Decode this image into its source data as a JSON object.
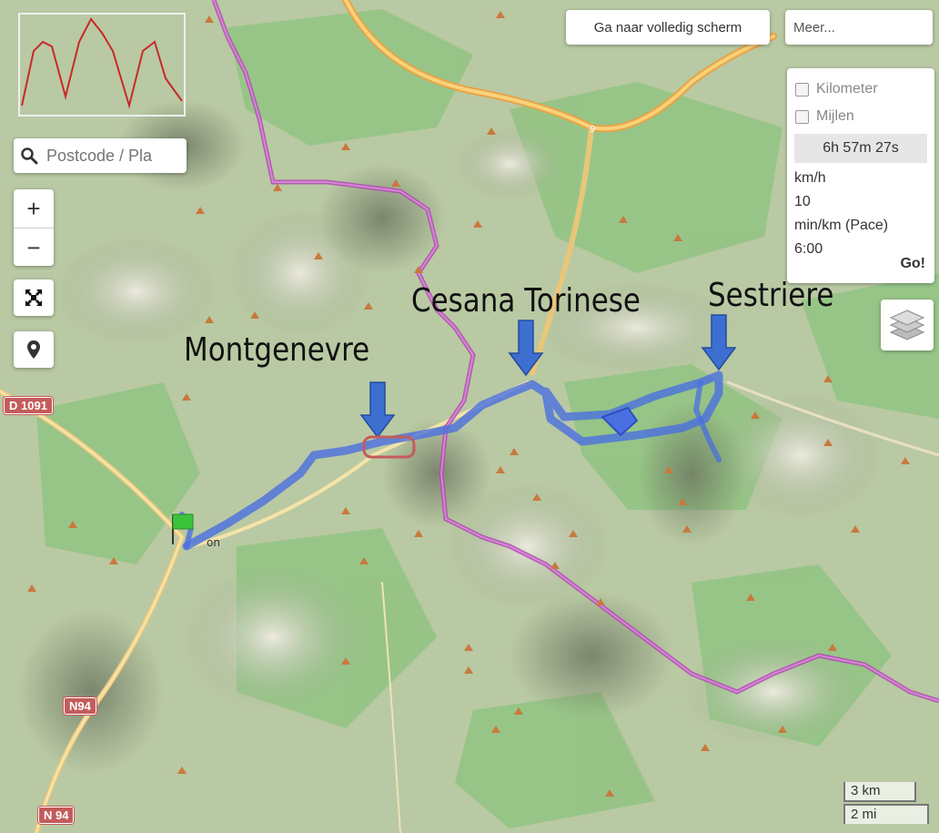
{
  "toolbar": {
    "fullscreen_label": "Ga naar volledig scherm",
    "more_label": "Meer..."
  },
  "search": {
    "placeholder": "Postcode / Pla"
  },
  "zoom": {
    "in_label": "+",
    "out_label": "−"
  },
  "settings_panel": {
    "unit_kilometer": "Kilometer",
    "unit_miles": "Mijlen",
    "duration": "6h 57m 27s",
    "speed_label": "km/h",
    "speed_value": "10",
    "pace_label": "min/km (Pace)",
    "pace_value": "6:00",
    "go_label": "Go!"
  },
  "towns": {
    "montgenevre": "Montgenevre",
    "cesana": "Cesana Torinese",
    "sestriere": "Sestriere"
  },
  "roads": {
    "d1091": "D 1091",
    "n94_upper": "N94",
    "n94_lower": "N 94",
    "road_9": "9"
  },
  "scale": {
    "km": "3 km",
    "mi": "2 mi"
  },
  "map_text": {
    "briancon": "on"
  },
  "colors": {
    "route": "#4a6fe0",
    "arrow": "#3d6fd1",
    "border": "#b04ab0",
    "road_major": "#f0a94a",
    "terrain": "#b7c8a0",
    "forest": "#86bf78"
  },
  "icons": {
    "search": "search-icon",
    "fit": "fit-bounds-icon",
    "location": "location-pin-icon",
    "layers": "layers-icon",
    "start_flag": "start-flag-icon"
  }
}
